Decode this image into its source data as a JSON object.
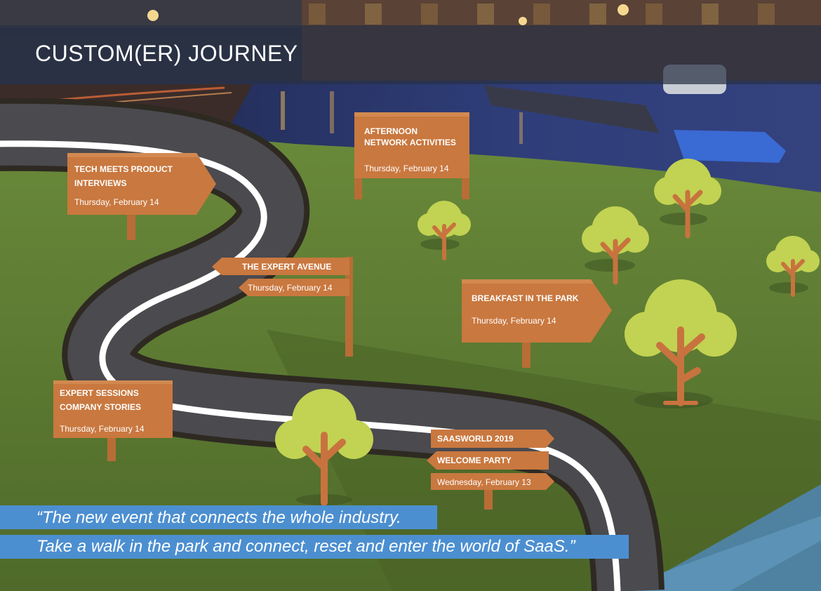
{
  "page_title": "CUSTOM(ER) JOURNEY",
  "colors": {
    "sign": "#c9783f",
    "sign_post": "#b86d36",
    "quote_band": "#4c8fd0",
    "grass": "#5d7a33",
    "road": "#4a4a4f",
    "tree_foliage": "#c2d252",
    "tree_trunk": "#c8733f"
  },
  "signs": [
    {
      "name": "tech-meets-product",
      "heading_lines": [
        "TECH MEETS PRODUCT",
        "INTERVIEWS"
      ],
      "date": "Thursday, February 14"
    },
    {
      "name": "afternoon-network",
      "heading_lines": [
        "AFTERNOON",
        "NETWORK ACTIVITIES"
      ],
      "date": "Thursday, February 14"
    },
    {
      "name": "expert-avenue",
      "heading_lines": [
        "THE EXPERT AVENUE"
      ],
      "date": "Thursday, February 14"
    },
    {
      "name": "breakfast-in-park",
      "heading_lines": [
        "BREAKFAST IN THE PARK"
      ],
      "date": "Thursday, February 14"
    },
    {
      "name": "expert-sessions",
      "heading_lines": [
        "EXPERT SESSIONS",
        "COMPANY STORIES"
      ],
      "date": "Thursday, February 14"
    },
    {
      "name": "saasworld-welcome",
      "heading_lines": [
        "SAASWORLD 2019",
        "WELCOME PARTY"
      ],
      "date": "Wednesday, February 13"
    }
  ],
  "quote": {
    "line1": "“The new event that connects the whole industry.",
    "line2": "Take a walk in the park and connect, reset and enter the world of SaaS.”"
  }
}
